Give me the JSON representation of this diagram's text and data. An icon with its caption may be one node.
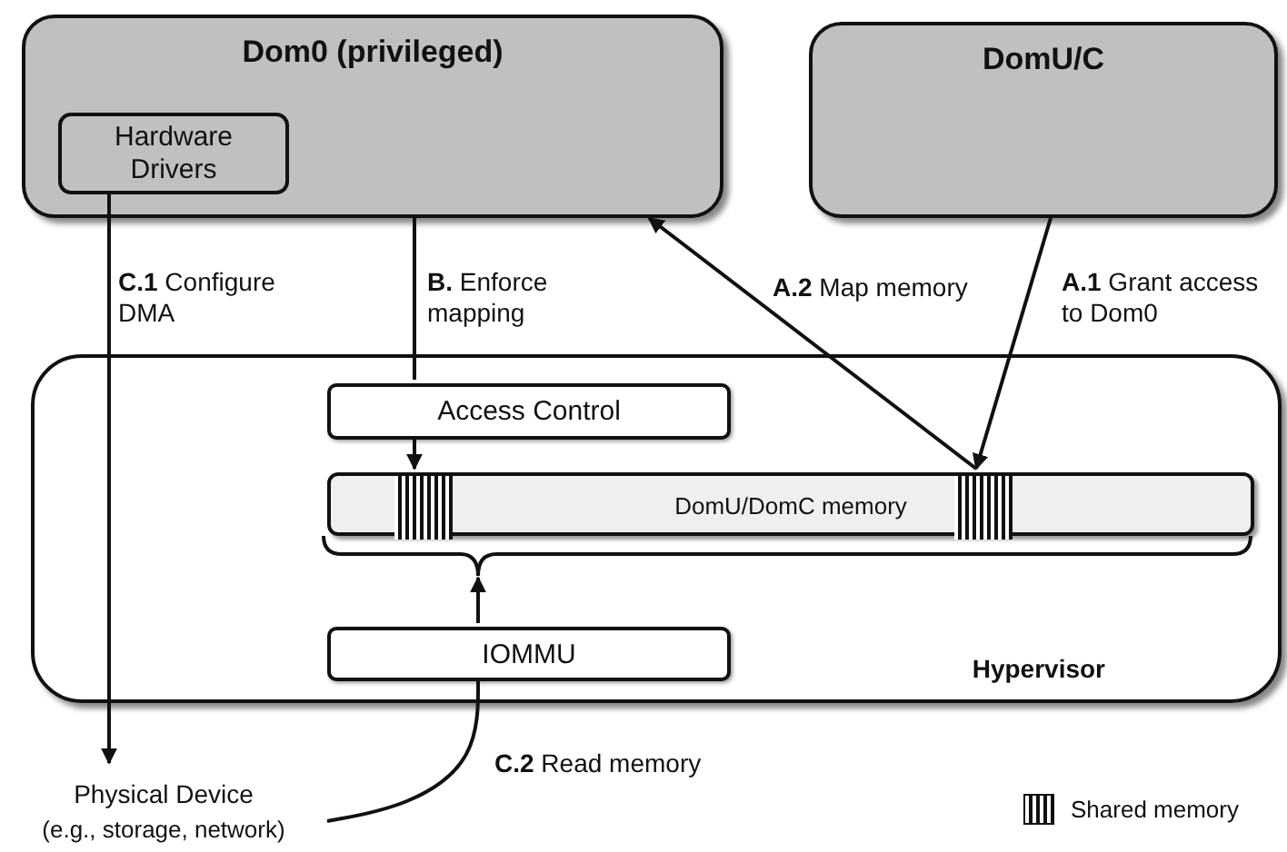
{
  "diagram": {
    "nodes": [
      {
        "text": [
          "Dom0 (privileged)"
        ]
      },
      {
        "text": [
          "Hardware Drivers"
        ],
        "in": 0
      },
      {
        "text": [
          "DomU/C"
        ]
      },
      {
        "text": [
          "Hypervisor"
        ]
      },
      {
        "text": [
          "Access Control"
        ],
        "in": 3
      },
      {
        "text": [
          "DomU/DomC memory"
        ],
        "in": 3
      },
      {
        "text": [
          "IOMMU"
        ],
        "in": 3
      },
      {
        "text": [
          "Physical Device",
          "(e.g., storage, network)"
        ]
      },
      {
        "text": [],
        "shape": "box",
        "in": 5
      },
      {
        "text": [],
        "shape": "box",
        "in": 5
      }
    ],
    "edges": [
      {
        "from": 1,
        "to": 7,
        "arrow": "to",
        "label": "**C.1** Configure DMA"
      },
      {
        "from": 0,
        "to": 4,
        "arrow": "none",
        "label": "**B.** Enforce mapping"
      },
      {
        "from": 4,
        "to": 8,
        "arrow": "to"
      },
      {
        "from": 2,
        "to": 9,
        "arrow": "to",
        "label": "**A.1** Grant access to Dom0"
      },
      {
        "from": 9,
        "to": 0,
        "arrow": "to",
        "label": "**A.2** Map memory"
      },
      {
        "from": 7,
        "to": 6,
        "arrow": "none",
        "label": "**C.2** Read memory"
      },
      {
        "from": 6,
        "to": 5,
        "arrow": "to"
      }
    ],
    "legend": [
      {
        "text": "Shared memory"
      }
    ]
  }
}
